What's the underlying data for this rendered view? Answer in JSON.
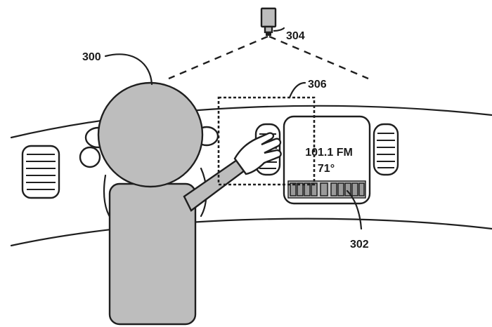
{
  "labels": {
    "driver": "300",
    "display": "302",
    "camera": "304",
    "zone": "306"
  },
  "screen": {
    "line1": "101.1 FM",
    "line2": "71°"
  },
  "colors": {
    "ink": "#1f1f1f",
    "grey_fill": "#bdbdbd",
    "background": "#ffffff"
  },
  "icons": {
    "camera": "camera-icon",
    "vent": "vent-icon"
  }
}
